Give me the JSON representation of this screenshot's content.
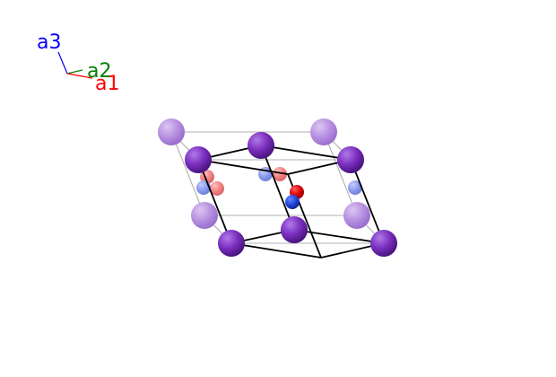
{
  "axes": {
    "a1": {
      "label": "a1",
      "color": "#ff0000"
    },
    "a2": {
      "label": "a2",
      "color": "#008000"
    },
    "a3": {
      "label": "a3",
      "color": "#0000ff"
    }
  },
  "colors": {
    "large_atom": "#7b2fbf",
    "large_atom_faded": "#b58ee0",
    "red_atom": "#dd0000",
    "red_atom_faded": "#f08080",
    "blue_atom": "#2244dd",
    "blue_atom_faded": "#8899ee",
    "bond_front": "#000000",
    "bond_back": "#b0b0b0"
  }
}
